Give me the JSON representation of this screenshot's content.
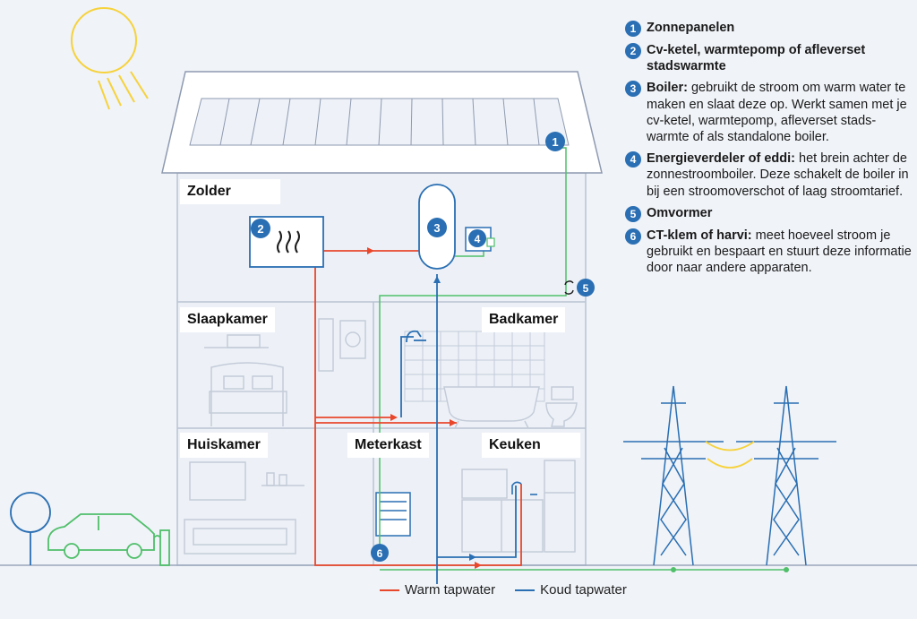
{
  "rooms": {
    "zolder": "Zolder",
    "slaapkamer": "Slaapkamer",
    "badkamer": "Badkamer",
    "huiskamer": "Huiskamer",
    "meterkast": "Meterkast",
    "keuken": "Keuken"
  },
  "markers": [
    "1",
    "2",
    "3",
    "4",
    "5",
    "6"
  ],
  "legend": {
    "warm": "Warm tapwater",
    "koud": "Koud tapwater"
  },
  "items": [
    {
      "num": "1",
      "title": "Zonnepanelen",
      "text": ""
    },
    {
      "num": "2",
      "title": "Cv-ketel, warmtepomp of afleverset stadswarmte",
      "text": ""
    },
    {
      "num": "3",
      "title": "Boiler:",
      "text": "gebruikt de stroom om warm water te maken en slaat deze op. Werkt samen met je cv-ketel, warmtepomp, afleverset stads-warmte of als standalone boiler."
    },
    {
      "num": "4",
      "title": "Energieverdeler of eddi:",
      "text": "het brein achter de zonnestroomboiler. Deze schakelt de boiler in bij een stroomoverschot of laag stroomtarief."
    },
    {
      "num": "5",
      "title": "Omvormer",
      "text": ""
    },
    {
      "num": "6",
      "title": "CT-klem of harvi:",
      "text": "meet hoeveel stroom je gebruikt en bespaart en stuurt deze informatie door naar andere apparaten."
    }
  ],
  "colors": {
    "warm": "#e8472c",
    "koud": "#2a6fb3",
    "electric": "#4fbf6a",
    "sun": "#f6d23b",
    "outline": "#9aa6bb",
    "marker": "#2a6fb3"
  }
}
